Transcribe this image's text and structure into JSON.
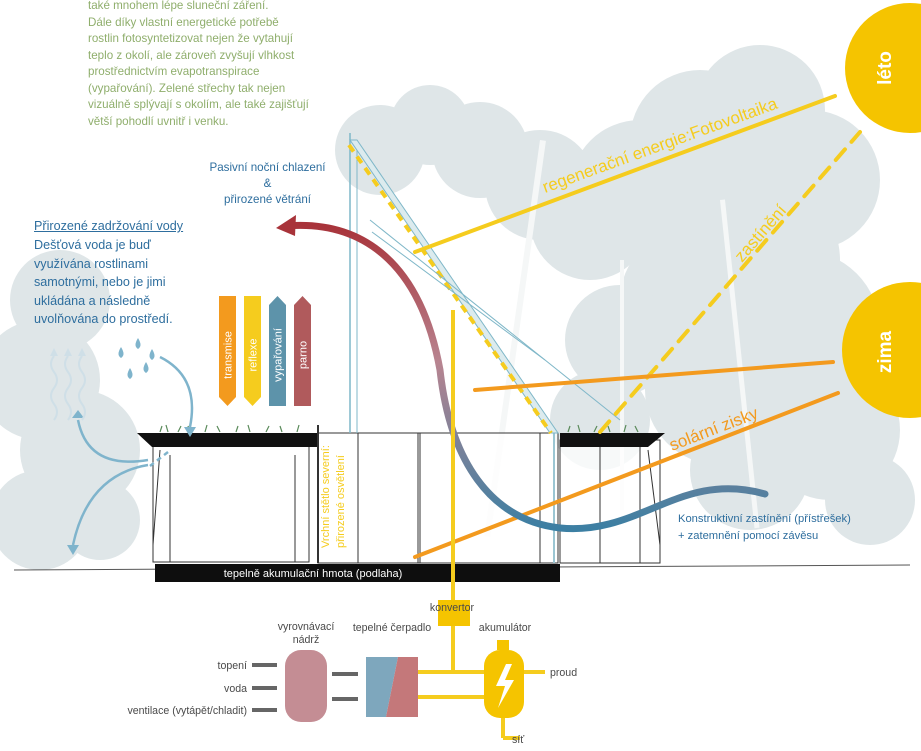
{
  "intro_text": "také mnohem lépe sluneční záření.\nDále díky vlastní energetické potřebě\nrostlin fotosyntetizovat nejen že vytahují\nteplo z okolí, ale zároveň zvyšují vlhkost\nprostřednictvím evapotranspirace\n(vypařování). Zelené střechy tak nejen\nvizuálně splývají s okolím, ale také zajišťují\nvětší pohodlí uvnitř i venku.",
  "water": {
    "title": "Přirozené zadržování vody",
    "body": "Dešťová voda je buď\nvyužívána rostlinami\nsamotnými, nebo je jimi\nukládána a následně\nuvolňována do prostředí."
  },
  "passive_cooling": "Pasivní noční chlazení\n&\npřirozené větrání",
  "seasons": {
    "summer": "léto",
    "winter": "zima"
  },
  "rays": {
    "pv": "regenerační energie:Fotovoltaika",
    "shading": "zastínění",
    "solar_gain": "solární zisky"
  },
  "bars": [
    {
      "label": "transmise",
      "color": "#f39a1e"
    },
    {
      "label": "reflexe",
      "color": "#f5cc1e"
    },
    {
      "label": "vypařování",
      "color": "#5d93aa"
    },
    {
      "label": "parno",
      "color": "#b05a5c"
    }
  ],
  "skylight": "Vrchní stětlo severní:\npřirozené osvětlení",
  "structural_shading": "Konstruktivní zastínění (přístřešek)\n+ zatemnění pomocí závěsu",
  "thermal_mass": "tepelně akumulační hmota (podlaha)",
  "system": {
    "converter": "konvertor",
    "buffer_tank": "vyrovnávací\nnádrž",
    "heat_pump": "tepelné čerpadlo",
    "accumulator": "akumulátor",
    "heating": "topení",
    "water": "voda",
    "ventilation": "ventilace (vytápět/chladit)",
    "current": "proud",
    "grid": "síť"
  },
  "colors": {
    "sun": "#f5c400",
    "pv_ray": "#f5cc1e",
    "winter_ray": "#f39a1e",
    "water_blue": "#2e6e9e",
    "green_text": "#8fae6c"
  }
}
